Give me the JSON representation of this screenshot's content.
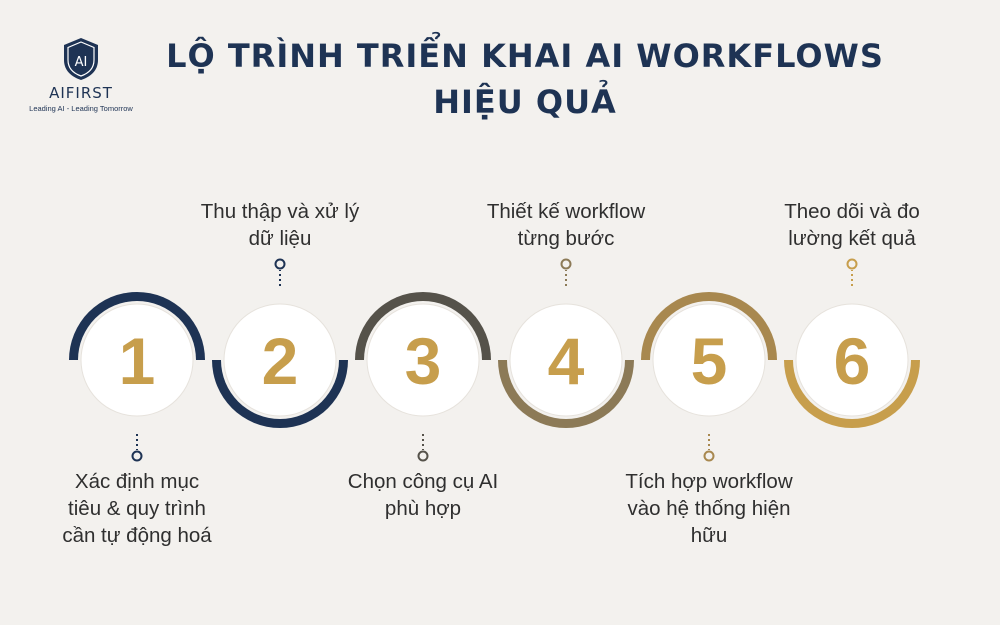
{
  "logo": {
    "badge": "AI",
    "name": "AIFIRST",
    "tagline": "Leading AI - Leading Tomorrow"
  },
  "title": {
    "line1": "LỘ TRÌNH TRIỂN KHAI AI WORKFLOWS",
    "line2": "HIỆU QUẢ"
  },
  "colors": {
    "navy": "#1e3354",
    "gold": "#c79e4c",
    "ring_colors": [
      "#1e3354",
      "#1e3354",
      "#55524a",
      "#8c7a57",
      "#a8884f",
      "#c79e4c"
    ]
  },
  "steps": [
    {
      "number": "1",
      "label": [
        "Xác định mục",
        "tiêu & quy trình",
        "cần tự động hoá"
      ],
      "position": "below"
    },
    {
      "number": "2",
      "label": [
        "Thu thập và xử lý",
        "dữ liệu"
      ],
      "position": "above"
    },
    {
      "number": "3",
      "label": [
        "Chọn công cụ AI",
        "phù hợp"
      ],
      "position": "below"
    },
    {
      "number": "4",
      "label": [
        "Thiết kế workflow",
        "từng bước"
      ],
      "position": "above"
    },
    {
      "number": "5",
      "label": [
        "Tích hợp workflow",
        "vào hệ thống hiện",
        "hữu"
      ],
      "position": "below"
    },
    {
      "number": "6",
      "label": [
        "Theo dõi và đo",
        "lường kết quả"
      ],
      "position": "above"
    }
  ]
}
